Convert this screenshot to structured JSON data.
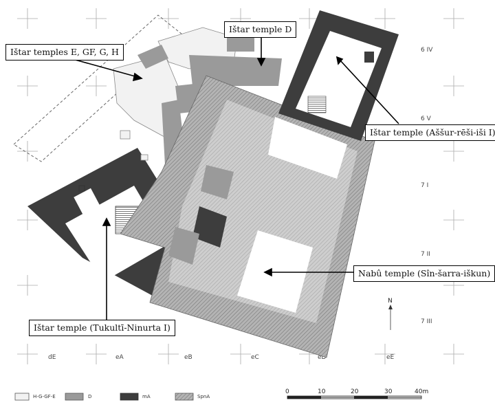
{
  "callouts": {
    "istar_e_gf_g_h": "Ištar temples E, GF, G, H",
    "istar_d": "Ištar temple D",
    "istar_assur_reshi_ishi": "Ištar temple (Aššur-rēši-iši I)",
    "nabu": "Nabû temple (Sîn-šarra-iškun)",
    "istar_tukulti_ninurta": "Ištar temple (Tukultī-Ninurta I)"
  },
  "grid": {
    "col_labels": [
      "dE",
      "eA",
      "eB",
      "eC",
      "eD",
      "eE"
    ],
    "row_labels": [
      "6 IV",
      "6 V",
      "7 I",
      "7 II",
      "7 III"
    ]
  },
  "north_label": "N",
  "legend": [
    {
      "label": "H-G-GF-E",
      "fill": "#f2f2f2"
    },
    {
      "label": "D",
      "fill": "#9a9a9a"
    },
    {
      "label": "mA",
      "fill": "#3d3d3d"
    },
    {
      "label": "SpnA",
      "fill": "hatch"
    }
  ],
  "scale": {
    "ticks": [
      "0",
      "10",
      "20",
      "30",
      "40m"
    ]
  },
  "colors": {
    "phase_e": "#f2f2f2",
    "phase_d": "#9a9a9a",
    "phase_ma": "#3d3d3d",
    "phase_spna": "#a8a8a8"
  }
}
